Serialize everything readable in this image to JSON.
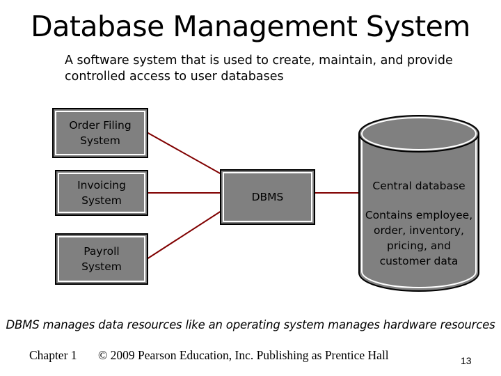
{
  "slide": {
    "title": "Database Management System",
    "subtitle": "A software system that is used to create, maintain, and provide controlled access to user databases"
  },
  "diagram": {
    "systems": [
      {
        "label": "Order Filing\nSystem"
      },
      {
        "label": "Invoicing\nSystem"
      },
      {
        "label": "Payroll\nSystem"
      }
    ],
    "dbms": {
      "label": "DBMS"
    },
    "database": {
      "name": "Central database",
      "contents": "Contains employee,\norder, inventory,\npricing, and\ncustomer data"
    },
    "colors": {
      "box_fill": "#808080",
      "wire": "#800000"
    }
  },
  "caption": "DBMS manages data resources like an operating system manages hardware resources",
  "footer": {
    "chapter": "Chapter 1",
    "copyright": "© 2009 Pearson Education, Inc.  Publishing as Prentice Hall",
    "page": "13"
  }
}
